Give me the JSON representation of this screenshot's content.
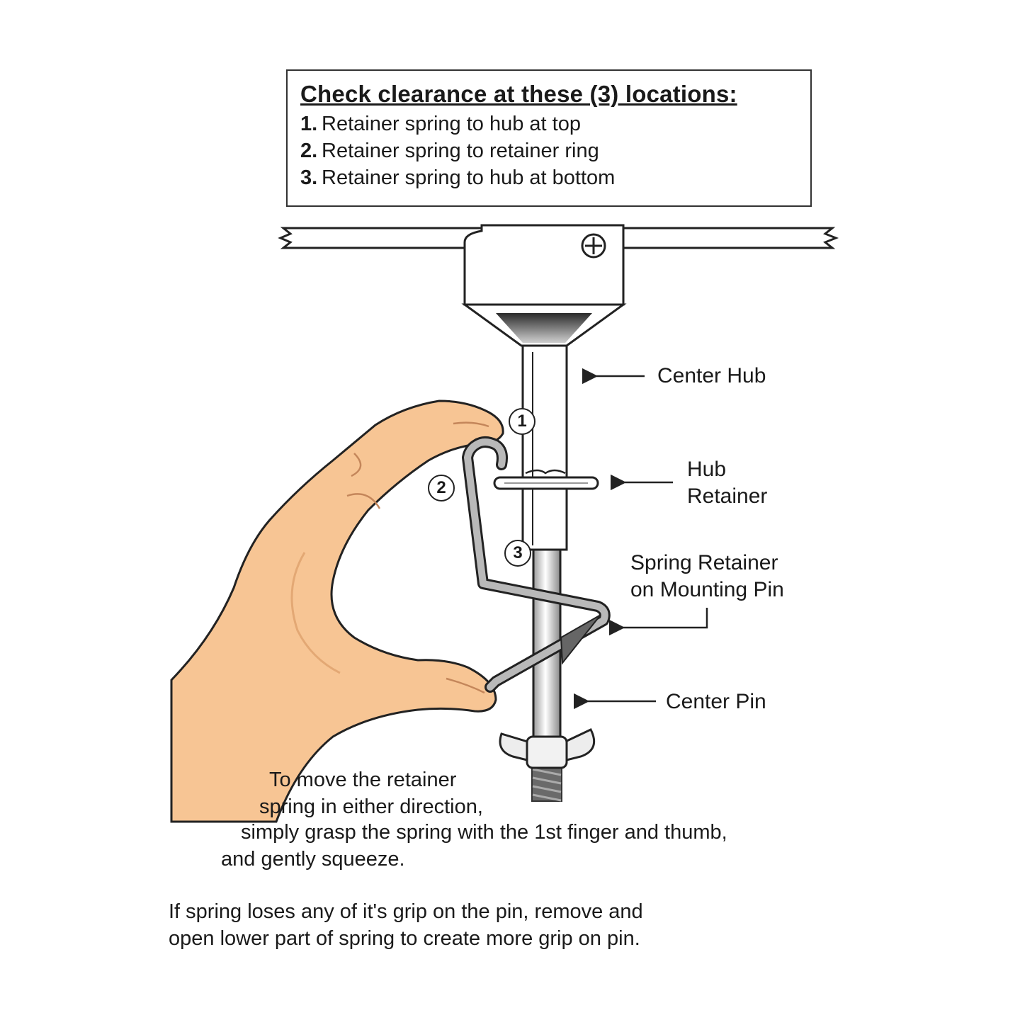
{
  "clearance_box": {
    "title": "Check clearance at these (3) locations:",
    "items": [
      {
        "number": "1.",
        "text": "Retainer spring to hub at top"
      },
      {
        "number": "2.",
        "text": "Retainer spring to retainer ring"
      },
      {
        "number": "3.",
        "text": "Retainer spring to hub at bottom"
      }
    ]
  },
  "labels": {
    "center_hub": "Center Hub",
    "hub_retainer_line1": "Hub",
    "hub_retainer_line2": "Retainer",
    "spring_retainer_line1": "Spring Retainer",
    "spring_retainer_line2": "on Mounting Pin",
    "center_pin": "Center Pin"
  },
  "callouts": [
    "1",
    "2",
    "3"
  ],
  "instructions": {
    "grasp_lines": [
      "To move the retainer",
      "spring in either direction,",
      "simply grasp the spring with the 1st finger and thumb,",
      "and gently squeeze."
    ],
    "grip_lines": [
      "If spring loses any of it's grip on the pin, remove and",
      "open lower part of spring to create more grip on pin."
    ]
  },
  "colors": {
    "line": "#222222",
    "skin": "#f7c594",
    "skin_shadow": "#e3a874",
    "spring": "#b9b9b9",
    "metal_dark": "#555555"
  },
  "icons": [
    "phillips-screw-icon",
    "wing-nut-icon",
    "arrow-left-icon"
  ]
}
